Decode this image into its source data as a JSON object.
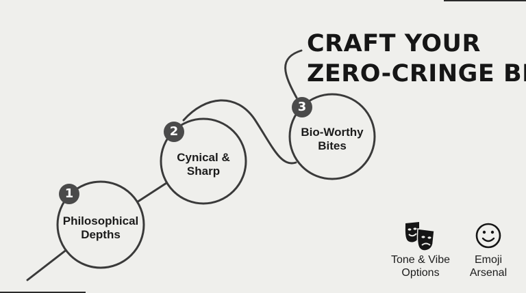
{
  "headline": {
    "line1": "CRAFT YOUR",
    "line2": "ZERO-CRINGE BIO"
  },
  "steps": [
    {
      "number": "1",
      "label_line1": "Philosophical",
      "label_line2": "Depths"
    },
    {
      "number": "2",
      "label_line1": "Cynical &",
      "label_line2": "Sharp"
    },
    {
      "number": "3",
      "label_line1": "Bio-Worthy",
      "label_line2": "Bites"
    }
  ],
  "features": [
    {
      "icon": "theater-masks-icon",
      "label_line1": "Tone & Vibe",
      "label_line2": "Options"
    },
    {
      "icon": "smiley-face-icon",
      "label_line1": "Emoji",
      "label_line2": "Arsenal"
    }
  ],
  "colors": {
    "background": "#efefec",
    "stroke": "#3a3a3a",
    "badge": "#4a4a4a",
    "text": "#161616"
  }
}
